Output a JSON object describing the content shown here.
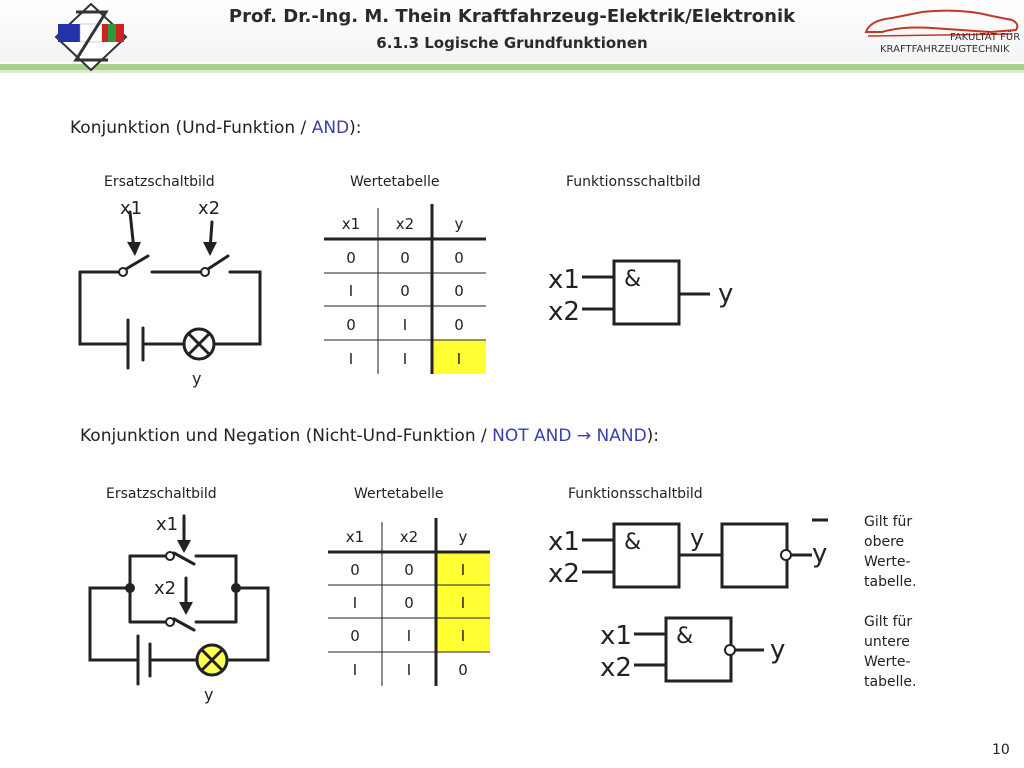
{
  "header": {
    "title": "Prof. Dr.-Ing. M. Thein   Kraftfahrzeug-Elektrik/Elektronik",
    "subtitle": "6.1.3 Logische Grundfunktionen",
    "faculty_line1": "FAKULTÄT FÜR",
    "faculty_line2": "KRAFTFAHRZEUGTECHNIK"
  },
  "section_and": {
    "heading_prefix": "Konjunktion (Und-Funktion / ",
    "heading_accent": "AND",
    "heading_suffix": "):",
    "circuit_caption": "Ersatzschaltbild",
    "table_caption": "Wertetabelle",
    "gate_caption": "Funktionsschaltbild",
    "circuit": {
      "switch1": "x1",
      "switch2": "x2",
      "lamp": "y"
    },
    "table": {
      "headers": [
        "x1",
        "x2",
        "y"
      ],
      "rows": [
        [
          "0",
          "0",
          "0"
        ],
        [
          "I",
          "0",
          "0"
        ],
        [
          "0",
          "I",
          "0"
        ],
        [
          "I",
          "I",
          "I"
        ]
      ]
    },
    "gate": {
      "in1": "x1",
      "in2": "x2",
      "symbol": "&",
      "out": "y"
    }
  },
  "section_nand": {
    "heading_prefix": "Konjunktion und Negation (Nicht-Und-Funktion / ",
    "heading_accent": "NOT AND → NAND",
    "heading_suffix": "):",
    "circuit_caption": "Ersatzschaltbild",
    "table_caption": "Wertetabelle",
    "gate_caption": "Funktionsschaltbild",
    "circuit": {
      "switch1": "x1",
      "switch2": "x2",
      "lamp": "y"
    },
    "table": {
      "headers": [
        "x1",
        "x2",
        "y"
      ],
      "rows": [
        [
          "0",
          "0",
          "I"
        ],
        [
          "I",
          "0",
          "I"
        ],
        [
          "0",
          "I",
          "I"
        ],
        [
          "I",
          "I",
          "0"
        ]
      ]
    },
    "gate_upper": {
      "in1": "x1",
      "in2": "x2",
      "symbol": "&",
      "mid": "y",
      "out": "y"
    },
    "gate_lower": {
      "in1": "x1",
      "in2": "x2",
      "symbol": "&",
      "out": "y"
    },
    "note_upper": [
      "Gilt für",
      "obere",
      "Werte-",
      "tabelle."
    ],
    "note_lower": [
      "Gilt für",
      "untere",
      "Werte-",
      "tabelle."
    ]
  },
  "colors": {
    "highlight": "#ffff33",
    "accent": "#3a3fb0",
    "header_line": "#a8d08d"
  },
  "page_number": "10"
}
